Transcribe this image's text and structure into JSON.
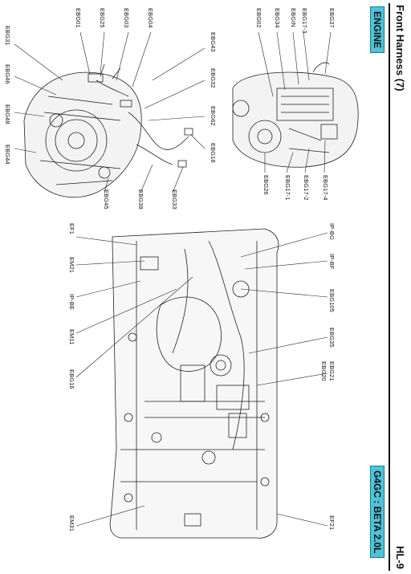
{
  "header": {
    "title": "Front Harness (7)",
    "page_number": "HL-9",
    "section": "ENGINE",
    "engine": "G4GC : BETA 2.0L"
  },
  "callouts": {
    "left_engine": [
      "EBG31",
      "EBG46",
      "EBG48",
      "EBG44",
      "EBG01",
      "EBG25",
      "EBG03",
      "EBG04",
      "EBG43",
      "EBG32",
      "EBG62",
      "EBG18",
      "EBG33",
      "EBG38",
      "EBG45"
    ],
    "right_engine": [
      "EBG37",
      "EBG17-3",
      "EBGIN",
      "EBG34",
      "EBG02",
      "EBG17-4",
      "EBG17-2",
      "EBG17-1",
      "EBG26"
    ],
    "body_top": [
      "IP-BG",
      "IP-BF",
      "EBG105",
      "EBG35",
      "EBG21",
      "EBG20",
      "EF21"
    ],
    "body_bottom": [
      "EF1",
      "EM21",
      "IP-BE",
      "EM11",
      "EBG16",
      "EM31"
    ]
  },
  "colors": {
    "badge_fill": "#4fc3d9",
    "line": "#111111"
  }
}
